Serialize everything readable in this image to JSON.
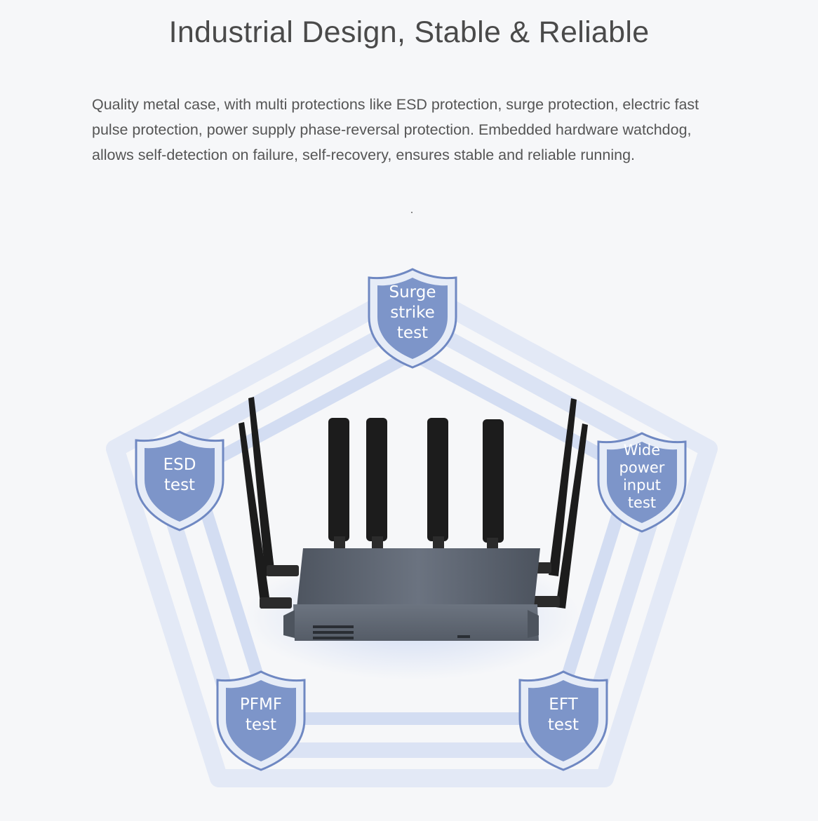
{
  "heading": "Industrial Design, Stable & Reliable",
  "description": "Quality metal case, with multi protections like ESD protection, surge protection, electric fast pulse protection, power supply phase-reversal protection. Embedded hardware watchdog, allows self-detection on failure, self-recovery, ensures stable and reliable running.",
  "diagram": {
    "shields": [
      {
        "id": "surge",
        "label": "Surge\nstrike\ntest"
      },
      {
        "id": "esd",
        "label": "ESD\ntest"
      },
      {
        "id": "wide-power",
        "label": "Wide\npower\ninput\ntest"
      },
      {
        "id": "pfmf",
        "label": "PFMF\ntest"
      },
      {
        "id": "eft",
        "label": "EFT\ntest"
      }
    ],
    "colors": {
      "shield_fill": "#7d95c9",
      "shield_border": "#6f88c2",
      "pentagon": "#d6e0f3",
      "router_body": "#5c6470",
      "antenna": "#1c1c1c"
    }
  }
}
